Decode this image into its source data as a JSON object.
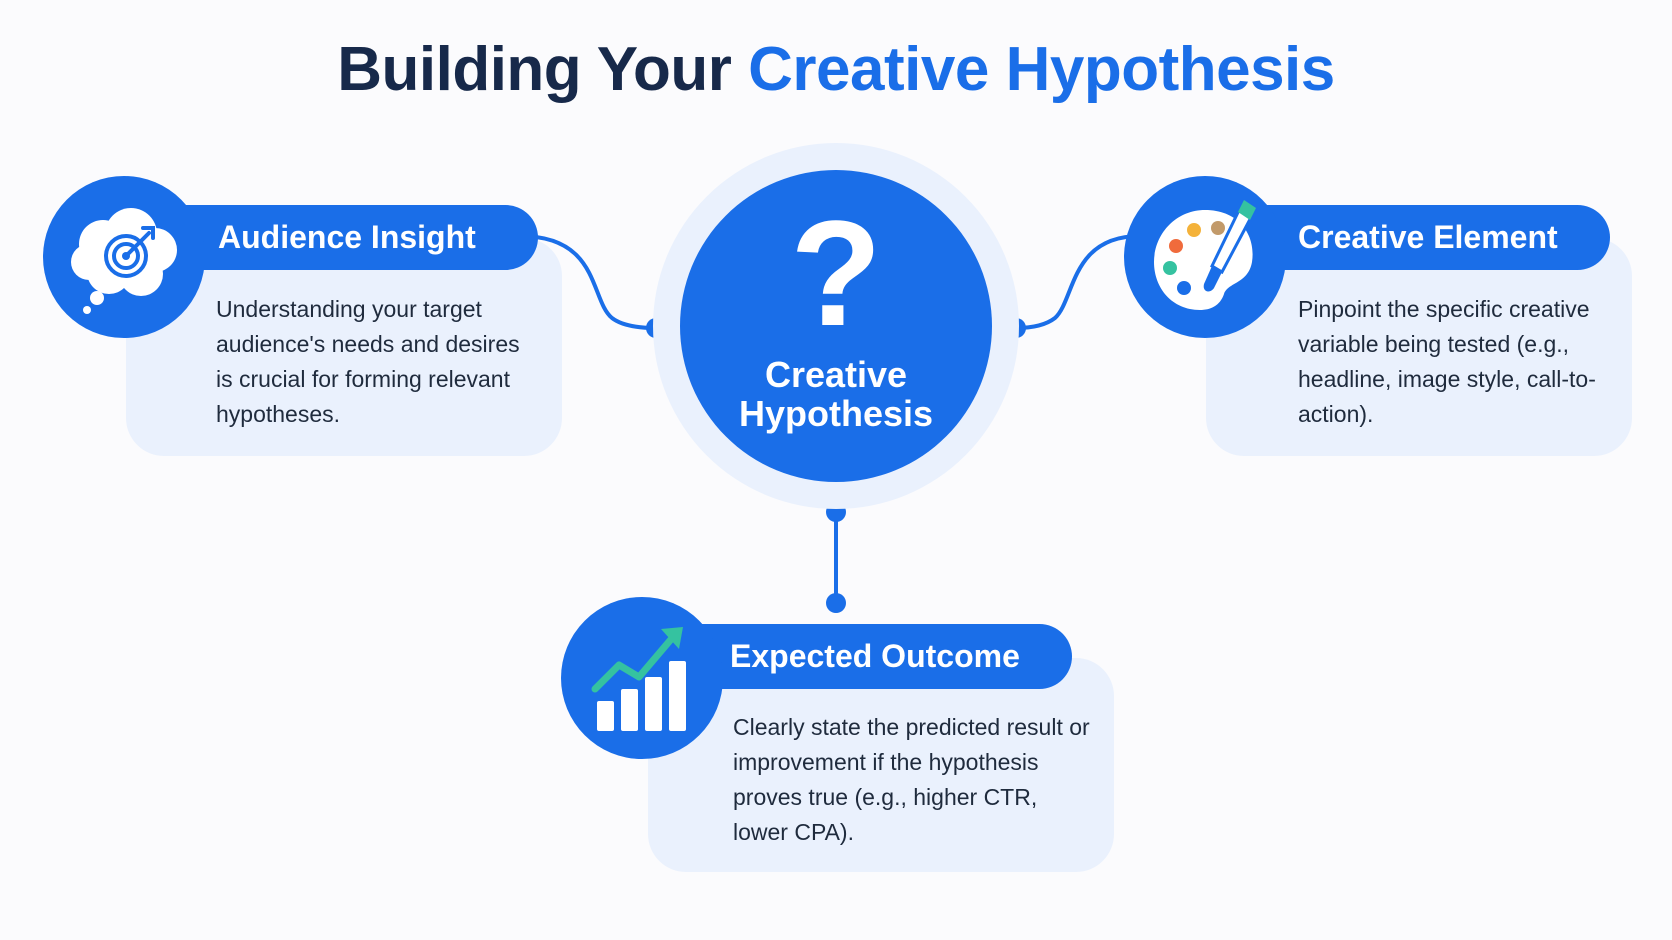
{
  "title": {
    "part1": "Building Your",
    "part2": "Creative Hypothesis"
  },
  "hub": {
    "symbol": "?",
    "label_line1": "Creative",
    "label_line2": "Hypothesis"
  },
  "nodes": {
    "audience": {
      "title": "Audience Insight",
      "description": "Understanding your target audience's needs and desires is crucial for forming relevant hypotheses.",
      "icon": "target-in-thought-bubble-icon"
    },
    "creative": {
      "title": "Creative Element",
      "description": "Pinpoint the specific creative variable being tested (e.g., headline, image style, call-to-action).",
      "icon": "paint-palette-brush-icon"
    },
    "outcome": {
      "title": "Expected Outcome",
      "description": "Clearly state the predicted result or improvement if the hypothesis proves true (e.g., higher CTR, lower CPA).",
      "icon": "growth-bar-chart-icon"
    }
  },
  "colors": {
    "primary": "#1a6ee8",
    "dark_text": "#17294a",
    "card_bg": "#eaf1fd",
    "trend_green": "#35c2a0"
  }
}
